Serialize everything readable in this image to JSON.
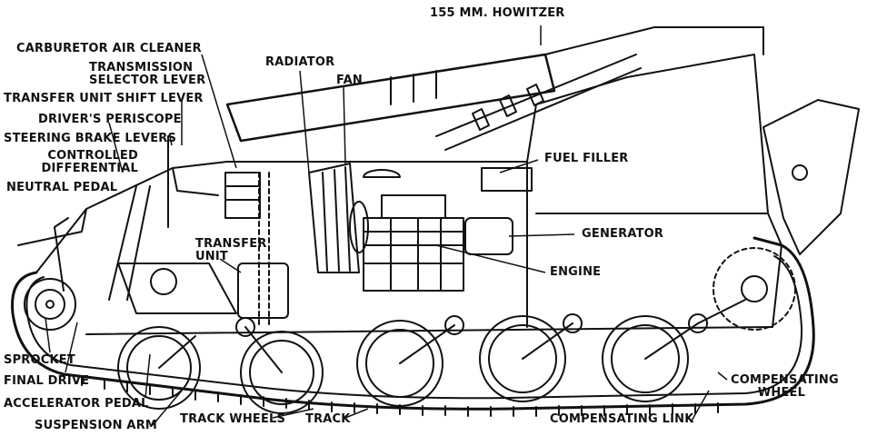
{
  "diagram": {
    "labels": {
      "howitzer": "155 MM. HOWITZER",
      "carburetor": "CARBURETOR AIR CLEANER",
      "transmission_1": "TRANSMISSION",
      "transmission_2": "SELECTOR LEVER",
      "radiator": "RADIATOR",
      "fan": "FAN",
      "transfer_shift": "TRANSFER UNIT SHIFT LEVER",
      "periscope": "DRIVER'S PERISCOPE",
      "steering": "STEERING BRAKE LEVERS",
      "controlled_1": "CONTROLLED",
      "controlled_2": "DIFFERENTIAL",
      "neutral_pedal": "NEUTRAL PEDAL",
      "fuel_filler": "FUEL FILLER",
      "generator": "GENERATOR",
      "transfer_unit_1": "TRANSFER",
      "transfer_unit_2": "UNIT",
      "engine": "ENGINE",
      "sprocket": "SPROCKET",
      "final_drive": "FINAL DRIVE",
      "accelerator": "ACCELERATOR PEDAL",
      "suspension_arm": "SUSPENSION ARM",
      "track_wheels": "TRACK WHEELS",
      "track": "TRACK",
      "compensating_link": "COMPENSATING LINK",
      "comp_wheel_1": "COMPENSATING",
      "comp_wheel_2": "WHEEL"
    }
  }
}
